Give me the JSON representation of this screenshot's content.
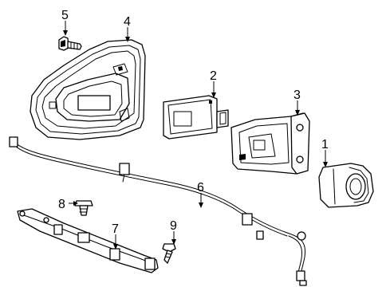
{
  "diagram": {
    "callouts": [
      {
        "id": "1",
        "label": "1",
        "part": "sensor"
      },
      {
        "id": "2",
        "label": "2",
        "part": "control-module"
      },
      {
        "id": "3",
        "label": "3",
        "part": "sensor-bracket"
      },
      {
        "id": "4",
        "label": "4",
        "part": "lamp-housing"
      },
      {
        "id": "5",
        "label": "5",
        "part": "bolt"
      },
      {
        "id": "6",
        "label": "6",
        "part": "wire-harness"
      },
      {
        "id": "7",
        "label": "7",
        "part": "lower-retainer"
      },
      {
        "id": "8",
        "label": "8",
        "part": "push-clip"
      },
      {
        "id": "9",
        "label": "9",
        "part": "screw"
      }
    ],
    "colors": {
      "line": "#000000",
      "background": "#ffffff"
    }
  }
}
